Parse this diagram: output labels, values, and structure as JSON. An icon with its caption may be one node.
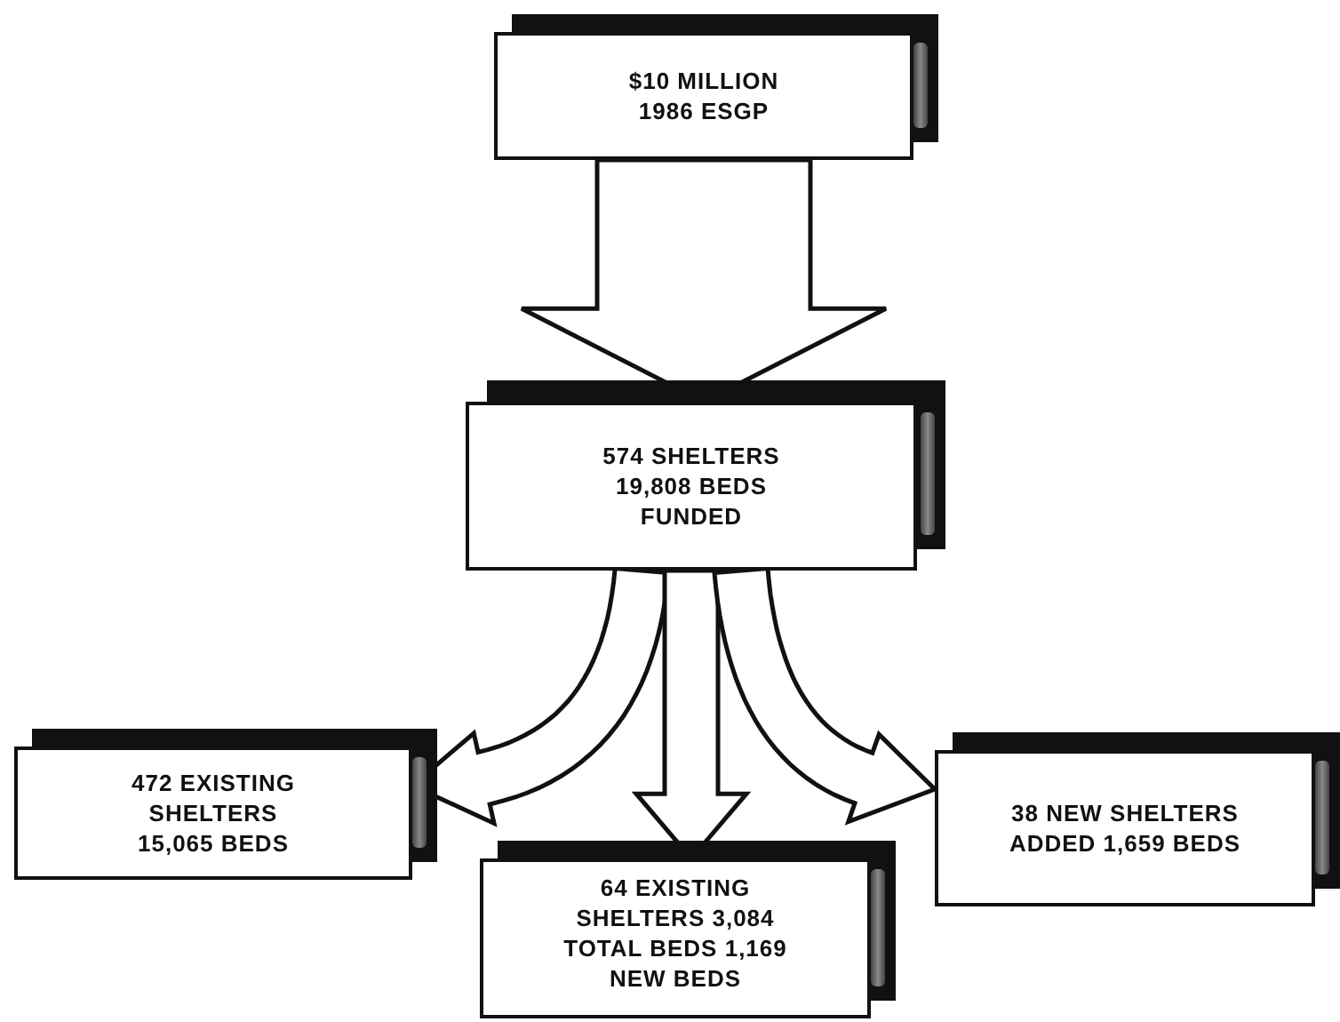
{
  "diagram": {
    "nodes": [
      {
        "text": [
          "$10 MILLION 1986 ESGP"
        ]
      },
      {
        "text": [
          "574 SHELTERS 19,808 BEDS FUNDED"
        ]
      },
      {
        "text": [
          "472 EXISTING SHELTERS 15,065 BEDS"
        ]
      },
      {
        "text": [
          "64 EXISTING SHELTERS 3,084 TOTAL BEDS 1,169 NEW BEDS"
        ]
      },
      {
        "text": [
          "38 NEW SHELTERS ADDED 1,659 BEDS"
        ]
      }
    ],
    "edges": [
      {
        "from": 0,
        "to": 1,
        "arrow": "to",
        "style": "thick"
      },
      {
        "from": 1,
        "to": 2,
        "arrow": "to",
        "style": "thick"
      },
      {
        "from": 1,
        "to": 3,
        "arrow": "to",
        "style": "thick"
      },
      {
        "from": 1,
        "to": 4,
        "arrow": "to",
        "style": "thick"
      }
    ]
  }
}
